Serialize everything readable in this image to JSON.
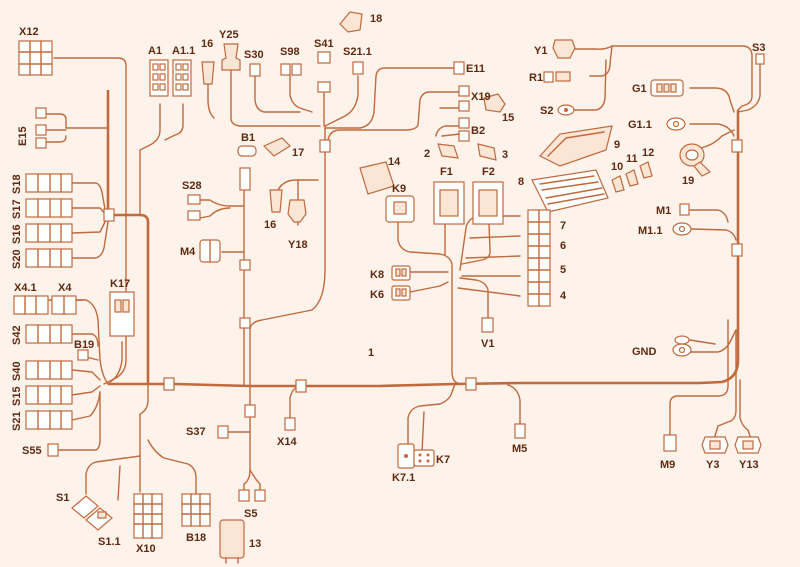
{
  "colors": {
    "wire": "#c06a3e",
    "label": "#5e2a12",
    "background": "#fdf3ea"
  },
  "labels": {
    "X12": "X12",
    "A1": "A1",
    "A1_1": "A1.1",
    "n16_top": "16",
    "Y25": "Y25",
    "S30": "S30",
    "S98": "S98",
    "S41": "S41",
    "n18": "18",
    "S21_1": "S21.1",
    "E11": "E11",
    "Y1": "Y1",
    "S3": "S3",
    "R1": "R1",
    "G1": "G1",
    "S2": "S2",
    "X19": "X19",
    "n15": "15",
    "B2": "B2",
    "E15": "E15",
    "B1": "B1",
    "n17": "17",
    "n2": "2",
    "n3": "3",
    "n9": "9",
    "G1_1": "G1.1",
    "n12": "12",
    "n11": "11",
    "n10": "10",
    "n19": "19",
    "n8": "8",
    "n14": "14",
    "F1": "F1",
    "F2": "F2",
    "K9": "K9",
    "S18": "S18",
    "S17": "S17",
    "S16": "S16",
    "S20": "S20",
    "S28": "S28",
    "n16_mid": "16",
    "Y18": "Y18",
    "M4": "M4",
    "n7": "7",
    "n6": "6",
    "n5": "5",
    "n4": "4",
    "M1": "M1",
    "M1_1": "M1.1",
    "K8": "K8",
    "K6": "K6",
    "X4_1": "X4.1",
    "X4": "X4",
    "K17": "K17",
    "S42": "S42",
    "V1": "V1",
    "B19": "B19",
    "GND": "GND",
    "n1": "1",
    "S40": "S40",
    "S15": "S15",
    "S21": "S21",
    "S37": "S37",
    "X14": "X14",
    "S55": "S55",
    "K7_1": "K7.1",
    "K7": "K7",
    "M5": "M5",
    "M9": "M9",
    "Y3": "Y3",
    "Y13": "Y13",
    "S1": "S1",
    "S1_1": "S1.1",
    "X10": "X10",
    "B18": "B18",
    "S5": "S5",
    "n13": "13"
  }
}
